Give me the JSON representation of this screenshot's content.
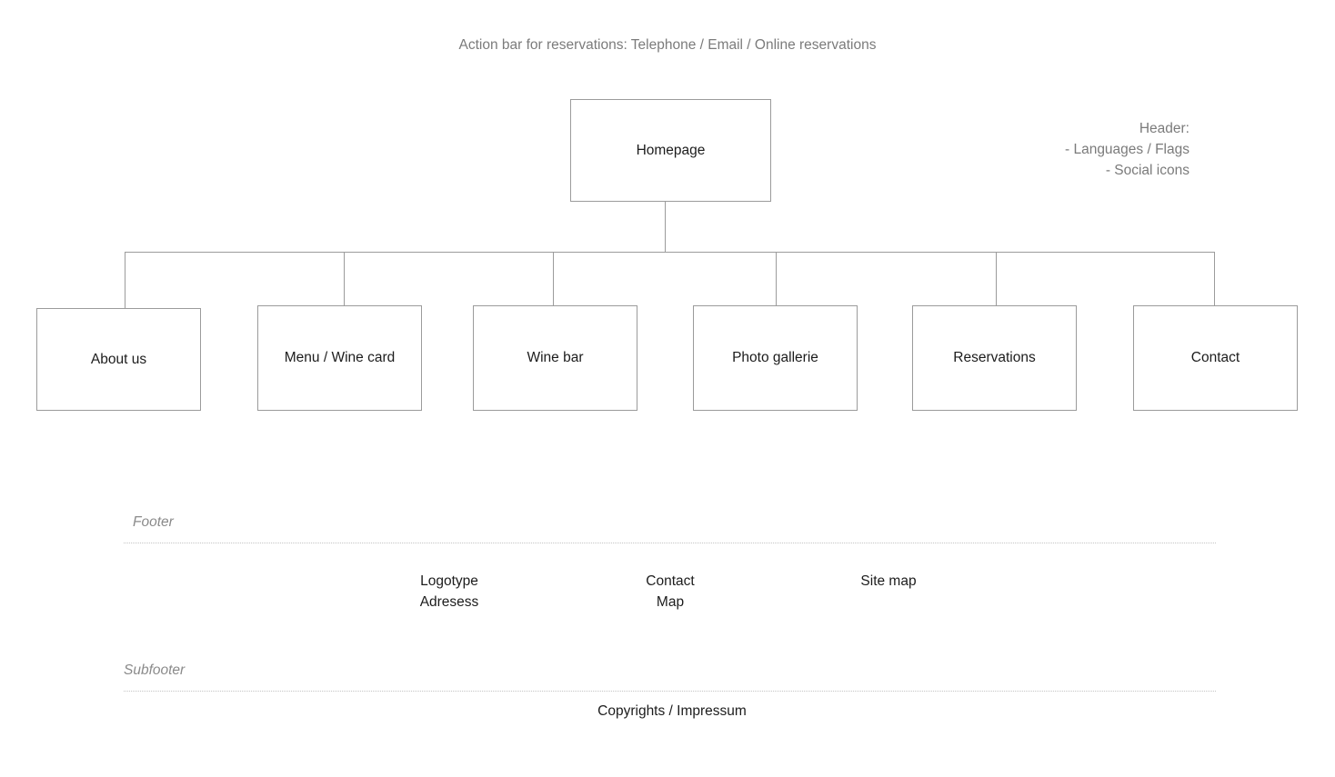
{
  "annotations": {
    "action_bar": "Action bar for reservations: Telephone / Email / Online reservations",
    "header_title": "Header:",
    "header_line1": "- Languages / Flags",
    "header_line2": "- Social icons"
  },
  "sitemap": {
    "root": {
      "label": "Homepage"
    },
    "children": [
      {
        "label": "About us"
      },
      {
        "label": "Menu / Wine card"
      },
      {
        "label": "Wine bar"
      },
      {
        "label": "Photo gallerie"
      },
      {
        "label": "Reservations"
      },
      {
        "label": "Contact"
      }
    ]
  },
  "footer": {
    "section_label": "Footer",
    "columns": [
      {
        "line1": "Logotype",
        "line2": "Adresess"
      },
      {
        "line1": "Contact",
        "line2": "Map"
      },
      {
        "line1": "Site map",
        "line2": ""
      }
    ]
  },
  "subfooter": {
    "section_label": "Subfooter",
    "copyright": "Copyrights / Impressum"
  },
  "colors": {
    "box_border": "#9b9b9b",
    "note_text": "#7b7b7b",
    "body_text": "#1c1c1c",
    "rule": "#c4c4c4",
    "background": "#ffffff"
  }
}
